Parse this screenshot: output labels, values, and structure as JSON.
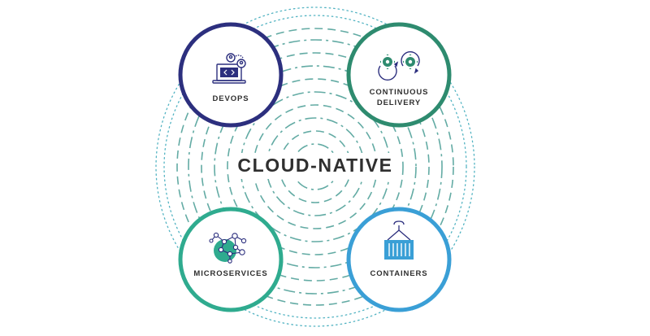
{
  "diagram": {
    "center_title": "CLOUD-NATIVE",
    "nodes": [
      {
        "id": "devops",
        "lines": [
          "DEVOPS"
        ],
        "color": "#2c2f7e",
        "icon": "laptop-code-icon"
      },
      {
        "id": "continuous-delivery",
        "lines": [
          "CONTINUOUS",
          "DELIVERY"
        ],
        "color": "#2e8b6f",
        "icon": "gears-cycle-icon"
      },
      {
        "id": "microservices",
        "lines": [
          "MICROSERVICES"
        ],
        "color": "#2fab8f",
        "icon": "network-globe-icon"
      },
      {
        "id": "containers",
        "lines": [
          "CONTAINERS"
        ],
        "color": "#3a9fd6",
        "icon": "shipping-container-icon"
      }
    ],
    "ring_colors": {
      "dashed": "#2f8f86",
      "dotted": "#52b3c2"
    }
  }
}
